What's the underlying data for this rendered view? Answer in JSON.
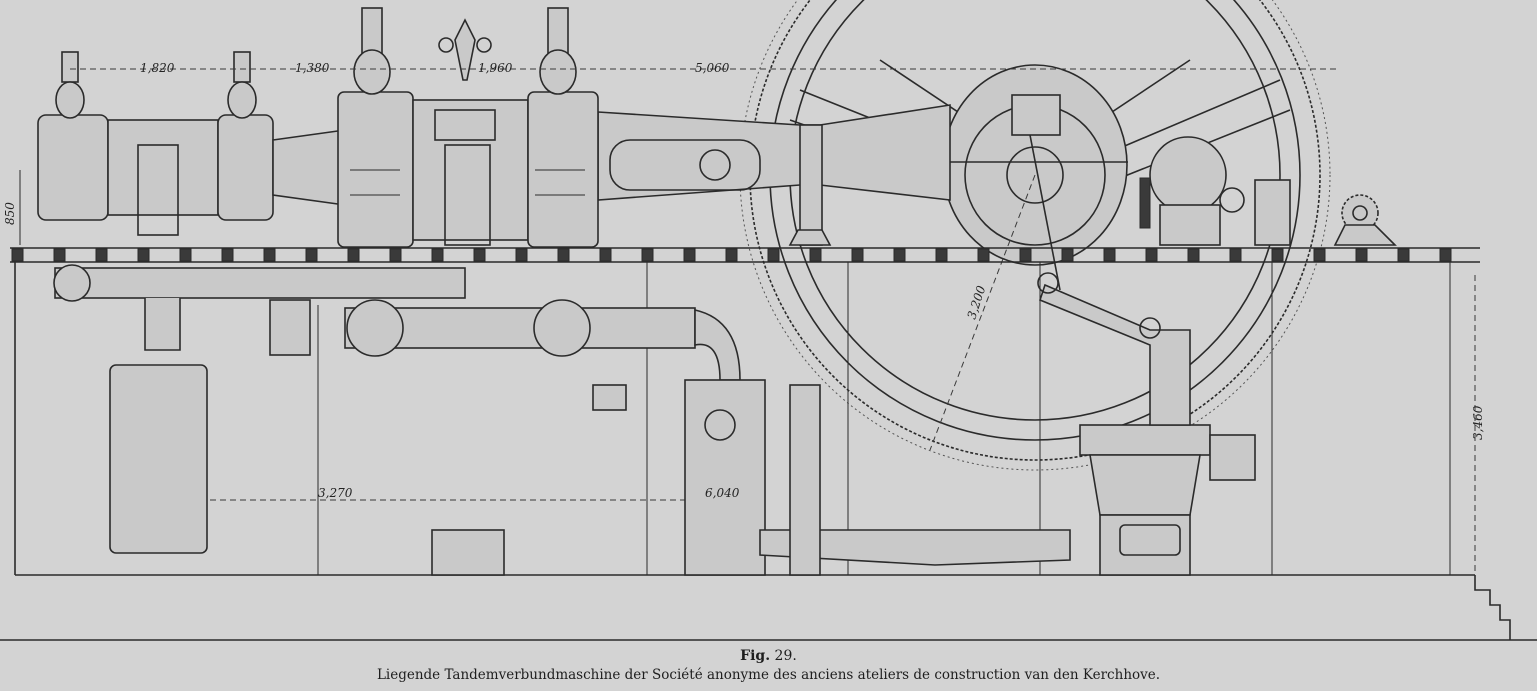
{
  "figure": {
    "number_label": "Fig.",
    "number": "29.",
    "caption": "Liegende Tandemverbundmaschine der Société anonyme des anciens ateliers de construction van den Kerchhove."
  },
  "dimensions": {
    "d1": "1,820",
    "d2": "1,380",
    "d3": "1,960",
    "d4": "5,060",
    "height_left": "850",
    "radius": "3,200",
    "height_right": "3,460",
    "lower_left": "3,270",
    "lower_mid": "6,040"
  }
}
